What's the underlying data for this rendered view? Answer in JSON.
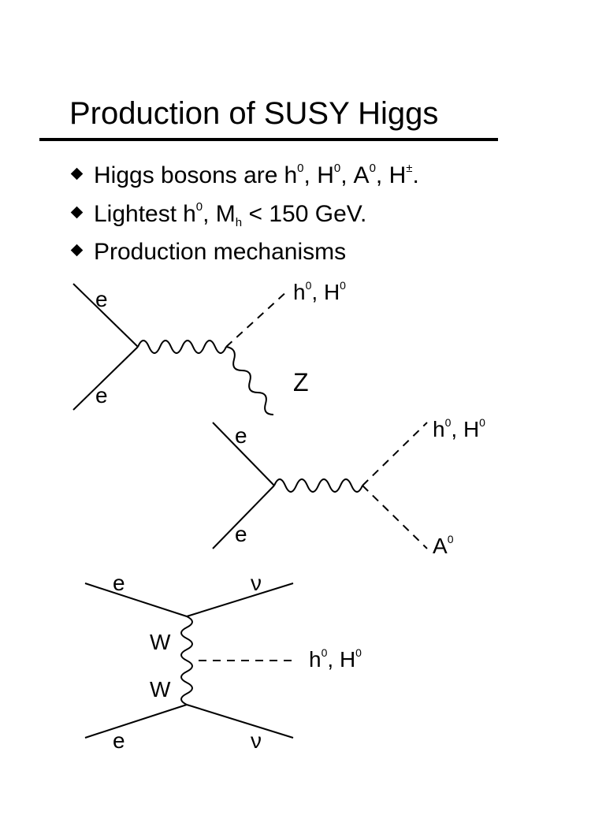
{
  "title": "Production of SUSY Higgs",
  "bullets": {
    "b1": {
      "text": "Higgs bosons are",
      "h": "h",
      "h_sup": "0",
      "c1": ",",
      "H": "H",
      "H_sup": "0",
      "c2": ",",
      "A": "A",
      "A_sup": "0",
      "c3": ",",
      "Hpm": "H",
      "Hpm_sup": "±",
      "end": "."
    },
    "b2": {
      "text": "Lightest",
      "h": "h",
      "h_sup": "0",
      "sep": ",",
      "M": "M",
      "M_sub": "h",
      "lt": "<",
      "val": "150 GeV."
    },
    "b3": {
      "text": "Production mechanisms"
    }
  },
  "diagram1": {
    "e_top": "e",
    "e_bottom": "e",
    "higgs": "h",
    "higgs_sup": "0",
    "sep": ",",
    "higgs2": "H",
    "higgs2_sup": "0",
    "z": "Z"
  },
  "diagram2": {
    "e_top": "e",
    "e_bottom": "e",
    "higgs": "h",
    "higgs_sup": "0",
    "sep": ",",
    "higgs2": "H",
    "higgs2_sup": "0",
    "a": "A",
    "a_sup": "0"
  },
  "diagram3": {
    "e_top": "e",
    "e_bottom": "e",
    "nu_top": "ν",
    "nu_bottom": "ν",
    "w_top": "W",
    "w_bottom": "W",
    "higgs": "h",
    "higgs_sup": "0",
    "sep": ",",
    "higgs2": "H",
    "higgs2_sup": "0"
  }
}
